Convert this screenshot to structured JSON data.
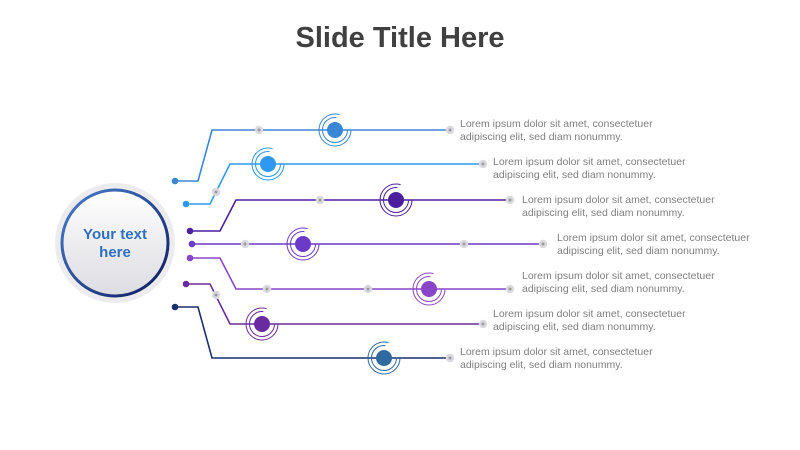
{
  "slide": {
    "title": "Slide Title Here",
    "hub_text_line1": "Your text",
    "hub_text_line2": "here"
  },
  "branches": [
    {
      "line1": "Lorem ipsum dolor sit amet, consectetuer",
      "line2": "adipiscing elit, sed diam nonummy.",
      "color": "#3a86d6"
    },
    {
      "line1": "Lorem ipsum dolor sit amet, consectetuer",
      "line2": "adipiscing elit, sed diam nonummy.",
      "color": "#2f98f0"
    },
    {
      "line1": "Lorem ipsum dolor sit amet, consectetuer",
      "line2": "adipiscing elit, sed diam nonummy.",
      "color": "#4b1fa0"
    },
    {
      "line1": "Lorem ipsum dolor sit amet, consectetuer",
      "line2": "adipiscing elit, sed diam nonummy.",
      "color": "#6b3ac9"
    },
    {
      "line1": "Lorem ipsum dolor sit amet, consectetuer",
      "line2": "adipiscing elit, sed diam nonummy.",
      "color": "#8a46c8"
    },
    {
      "line1": "Lorem ipsum dolor sit amet, consectetuer",
      "line2": "adipiscing elit, sed diam nonummy.",
      "color": "#6a2aa0"
    },
    {
      "line1": "Lorem ipsum dolor sit amet, consectetuer",
      "line2": "adipiscing elit, sed diam nonummy.",
      "color": "#1a2f6e"
    }
  ],
  "colors": {
    "title": "#404040",
    "hub_ring": "#1f3c88",
    "hub_text": "#2e6fc0",
    "node_gray": "#d9d9de",
    "desc_text": "#7f7f7f"
  }
}
